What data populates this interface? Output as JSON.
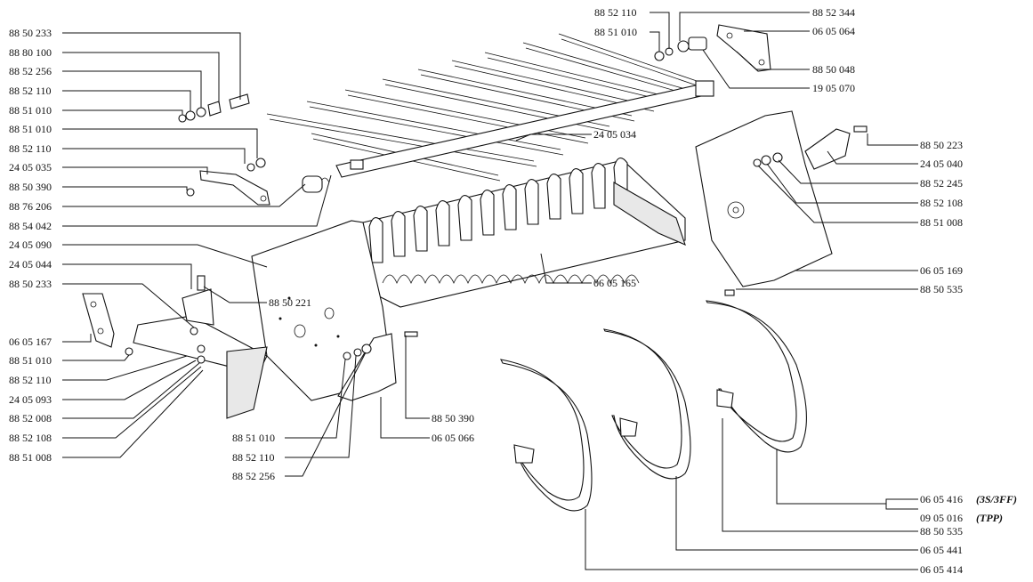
{
  "callouts_left": [
    "88 50 233",
    "88 80 100",
    "88 52 256",
    "88 52 110",
    "88 51 010",
    "88 51 010",
    "88 52 110",
    "24 05 035",
    "88 50 390",
    "88 76 206",
    "88 54 042",
    "24 05 090",
    "24 05 044",
    "88 50 233",
    "06 05 167",
    "88 51 010",
    "88 52 110",
    "24 05 093",
    "88 52 008",
    "88 52 108",
    "88 51 008"
  ],
  "callouts_top": [
    "88 52 110",
    "88 51 010",
    "88 52 344",
    "06 05 064",
    "88 50 048",
    "19 05 070"
  ],
  "callouts_center": [
    "24 05 034",
    "88 50 221",
    "06 05 165",
    "88 51 010",
    "88 52 110",
    "88 52 256",
    "88 50 390",
    "06 05 066"
  ],
  "callouts_right": [
    "88 50 223",
    "24 05 040",
    "88 52 245",
    "88 52 108",
    "88 51 008",
    "06 05 169",
    "88 50 535",
    "06 05 416",
    "09 05 016",
    "88 50 535",
    "06 05 441",
    "06 05 414"
  ],
  "variant_notes": [
    "(3S/3FF)",
    "(TPP)"
  ]
}
